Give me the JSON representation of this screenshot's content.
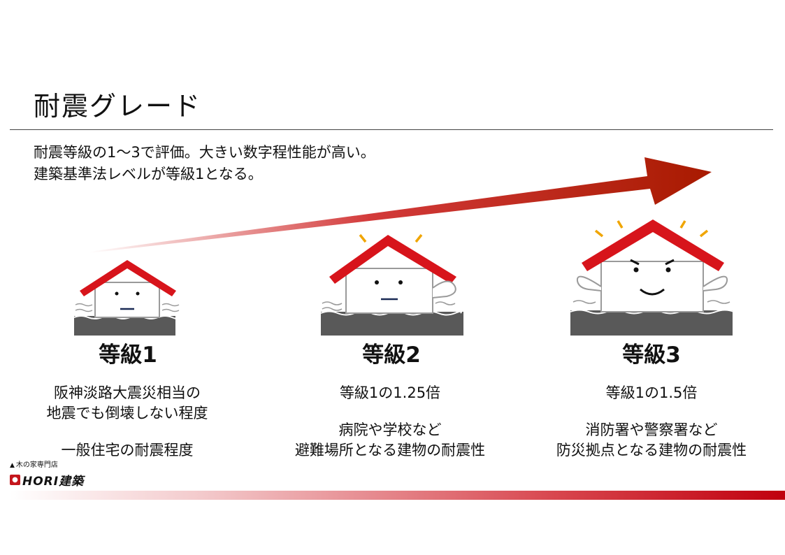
{
  "title": "耐震グレード",
  "intro": {
    "line1": "耐震等級の1〜3で評価。大きい数字程性能が高い。",
    "line2": "建築基準法レベルが等級1となる。"
  },
  "grades": [
    {
      "label": "等級1",
      "lines1": [
        "阪神淡路大震災相当の",
        "地震でも倒壊しない程度"
      ],
      "lines2": [
        "一般住宅の耐震程度"
      ]
    },
    {
      "label": "等級2",
      "lines1": [
        "等級1の1.25倍"
      ],
      "lines2": [
        "病院や学校など",
        "避難場所となる建物の耐震性"
      ]
    },
    {
      "label": "等級3",
      "lines1": [
        "等級1の1.5倍"
      ],
      "lines2": [
        "消防署や警察署など",
        "防災拠点となる建物の耐震性"
      ]
    }
  ],
  "brand": {
    "tagline": "木の家専門店",
    "name": "HORI建築"
  },
  "colors": {
    "roof_red": "#d7141b",
    "arrow_dark": "#a81a00",
    "ground": "#595959",
    "accent_yellow": "#f0a500"
  }
}
